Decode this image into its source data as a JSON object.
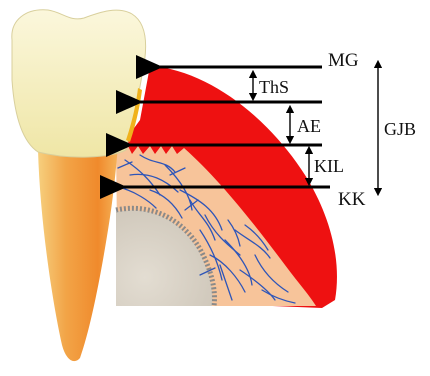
{
  "labels": {
    "mg": "MG",
    "ths": "ThS",
    "ae": "AE",
    "kil": "KIL",
    "kk": "KK",
    "gjb": "GJB"
  },
  "colors": {
    "gingiva": "#ee1111",
    "enamel_crown": "#f7f1c4",
    "root": "#f3a34c",
    "connective_tissue": "#f7c49a",
    "bone": "#d9d2c6",
    "fibers": "#2e55b8",
    "arrows": "#000000"
  }
}
